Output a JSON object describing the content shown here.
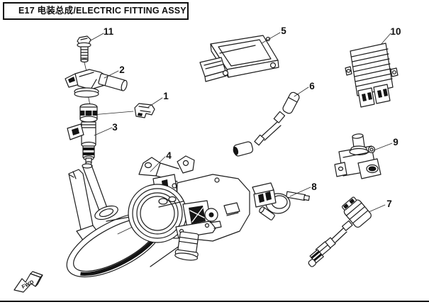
{
  "page": {
    "title": "E17 电装总成/ELECTRIC FITTING ASSY"
  },
  "diagram": {
    "type": "exploded-parts-diagram",
    "callouts": [
      {
        "label": "1"
      },
      {
        "label": "2"
      },
      {
        "label": "3"
      },
      {
        "label": "4"
      },
      {
        "label": "5"
      },
      {
        "label": "6"
      },
      {
        "label": "7"
      },
      {
        "label": "8"
      },
      {
        "label": "9"
      },
      {
        "label": "10"
      },
      {
        "label": "11"
      }
    ],
    "direction_marker": "FWD"
  },
  "colors": {
    "line": "#1c1c1c",
    "background": "#ffffff",
    "border": "#101010"
  }
}
